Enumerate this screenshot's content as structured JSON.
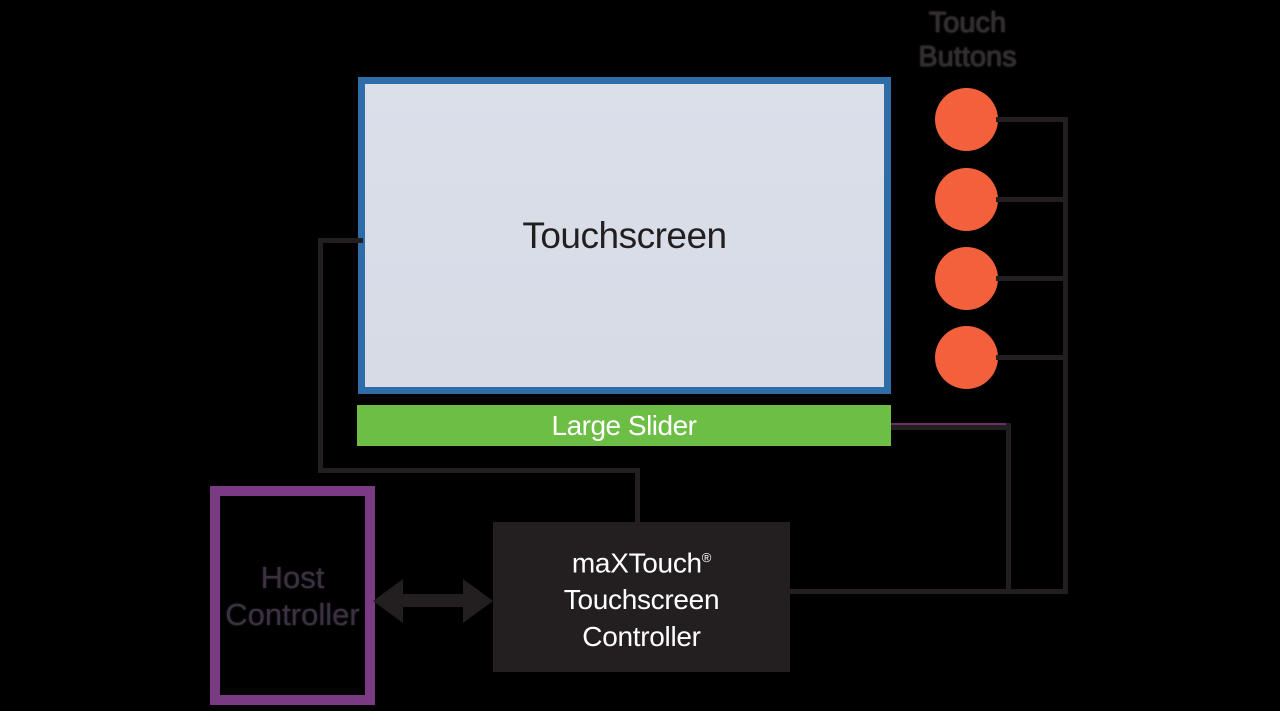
{
  "diagram": {
    "touchscreen": {
      "label": "Touchscreen"
    },
    "slider": {
      "label": "Large Slider"
    },
    "touch_buttons": {
      "line1": "Touch",
      "line2": "Buttons",
      "count": 4
    },
    "host": {
      "line1": "Host",
      "line2": "Controller"
    },
    "controller": {
      "line1": "maXTouch",
      "reg_mark": "®",
      "line2": "Touchscreen",
      "line3": "Controller"
    }
  },
  "colors": {
    "background": "#000000",
    "touchscreen_border": "#2E6DA8",
    "touchscreen_fill": "#D8DDE8",
    "slider_green": "#6CBE45",
    "button_orange": "#F2603C",
    "host_purple": "#7B3B84",
    "connector_dark": "#231F20",
    "slider_connector_fringe": "#6B2D6E",
    "controller_fill": "#231F20",
    "controller_text": "#FFFFFF"
  }
}
